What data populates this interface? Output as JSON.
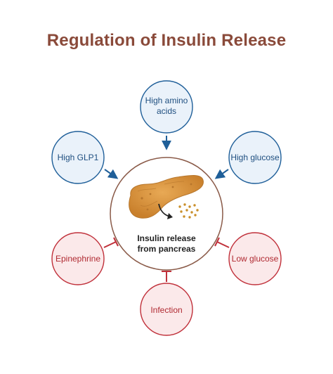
{
  "title": "Regulation of Insulin Release",
  "center": {
    "label_line1": "Insulin release",
    "label_line2": "from pancreas"
  },
  "stimulators": [
    {
      "id": "amino",
      "line1": "High amino",
      "line2": "acids"
    },
    {
      "id": "glp1",
      "line1": "High GLP1",
      "line2": ""
    },
    {
      "id": "glucose",
      "line1": "High glucose",
      "line2": ""
    }
  ],
  "inhibitors": [
    {
      "id": "epinephrine",
      "line1": "Epinephrine",
      "line2": ""
    },
    {
      "id": "infection",
      "line1": "Infection",
      "line2": ""
    },
    {
      "id": "low-glucose",
      "line1": "Low glucose",
      "line2": ""
    }
  ],
  "colors": {
    "title": "#8a4a3a",
    "stimulator_stroke": "#1f5f99",
    "stimulator_fill": "#eaf2fa",
    "stimulator_text": "#1f4f80",
    "inhibitor_stroke": "#c0303a",
    "inhibitor_fill": "#fbe9ea",
    "inhibitor_text": "#b02a32",
    "center_stroke": "#8a5a48",
    "pancreas": "#d8963c"
  }
}
